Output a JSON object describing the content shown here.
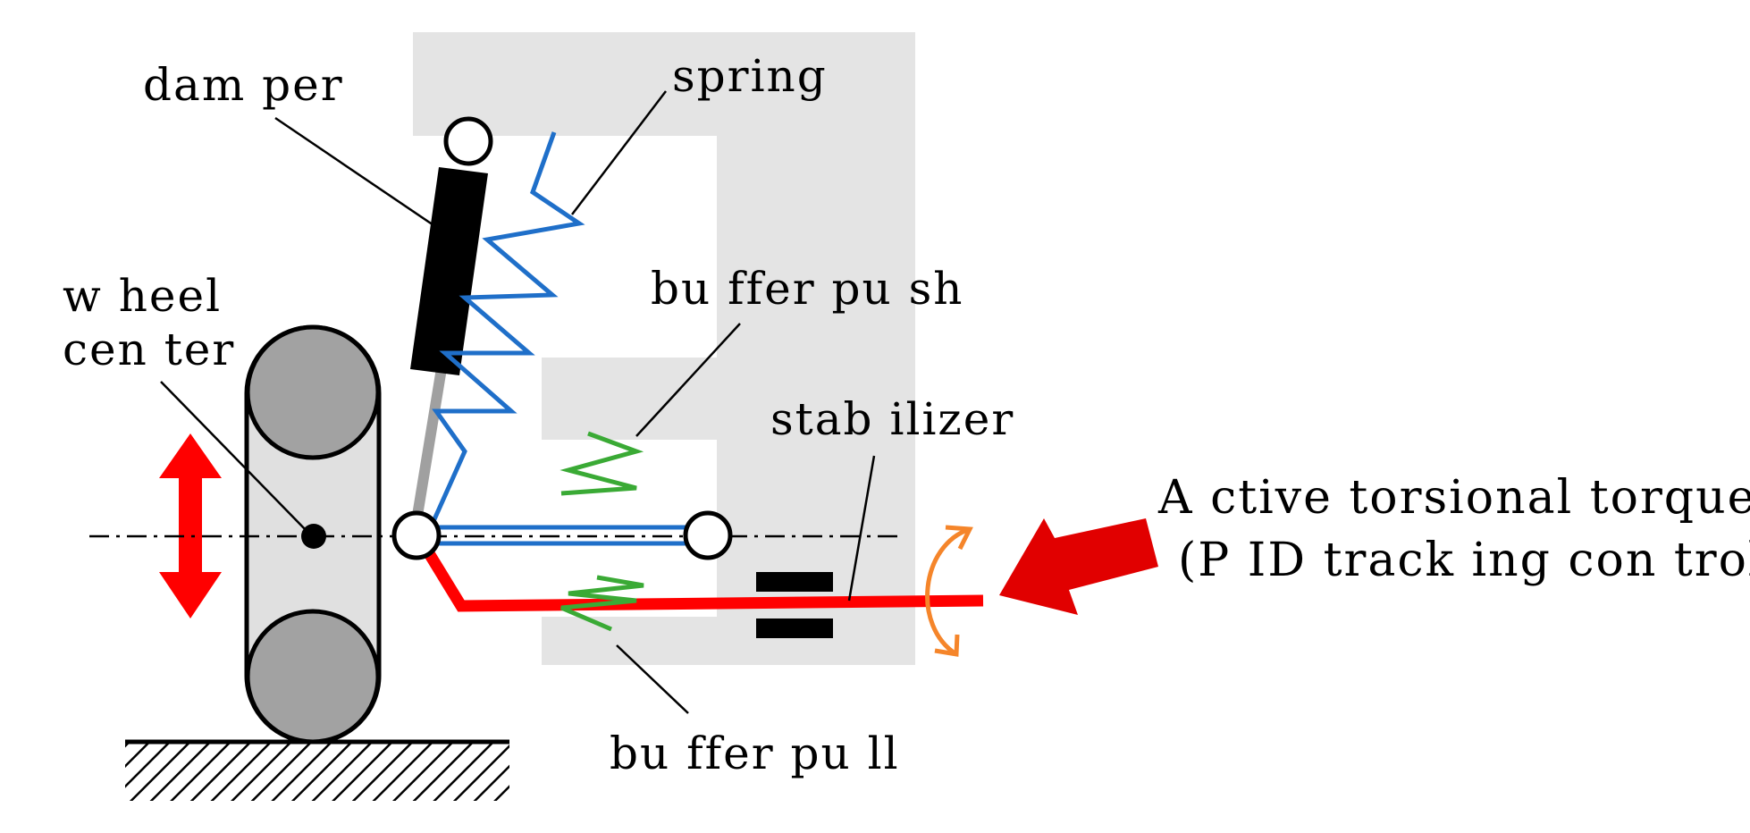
{
  "labels": {
    "damper": "dam per",
    "spring": "spring",
    "wheel_center_line1": "w heel",
    "wheel_center_line2": "cen ter",
    "buffer_push": "bu ffer pu sh",
    "stabilizer": "stab ilizer",
    "buffer_pull": "bu ffer pu ll",
    "active_line1": "A ctive torsional torque",
    "active_line2": "(P ID  track ing con trol)"
  },
  "colors": {
    "frame": "#e4e4e4",
    "spring": "#1f6fc9",
    "buffer": "#3aaa35",
    "stabilizer": "#ff0000",
    "arrow": "#e10000",
    "torque_arc": "#f5852a",
    "wheel_body": "#e0e0e0",
    "tire": "#a2a2a2",
    "damper_body": "#000000",
    "damper_rod": "#a0a0a0"
  },
  "icons": {
    "vertical_motion": "double-headed-arrow-icon",
    "torque_input": "thick-arrow-icon",
    "rotation": "curved-double-arrow-icon",
    "ground": "hatched-ground-icon"
  }
}
